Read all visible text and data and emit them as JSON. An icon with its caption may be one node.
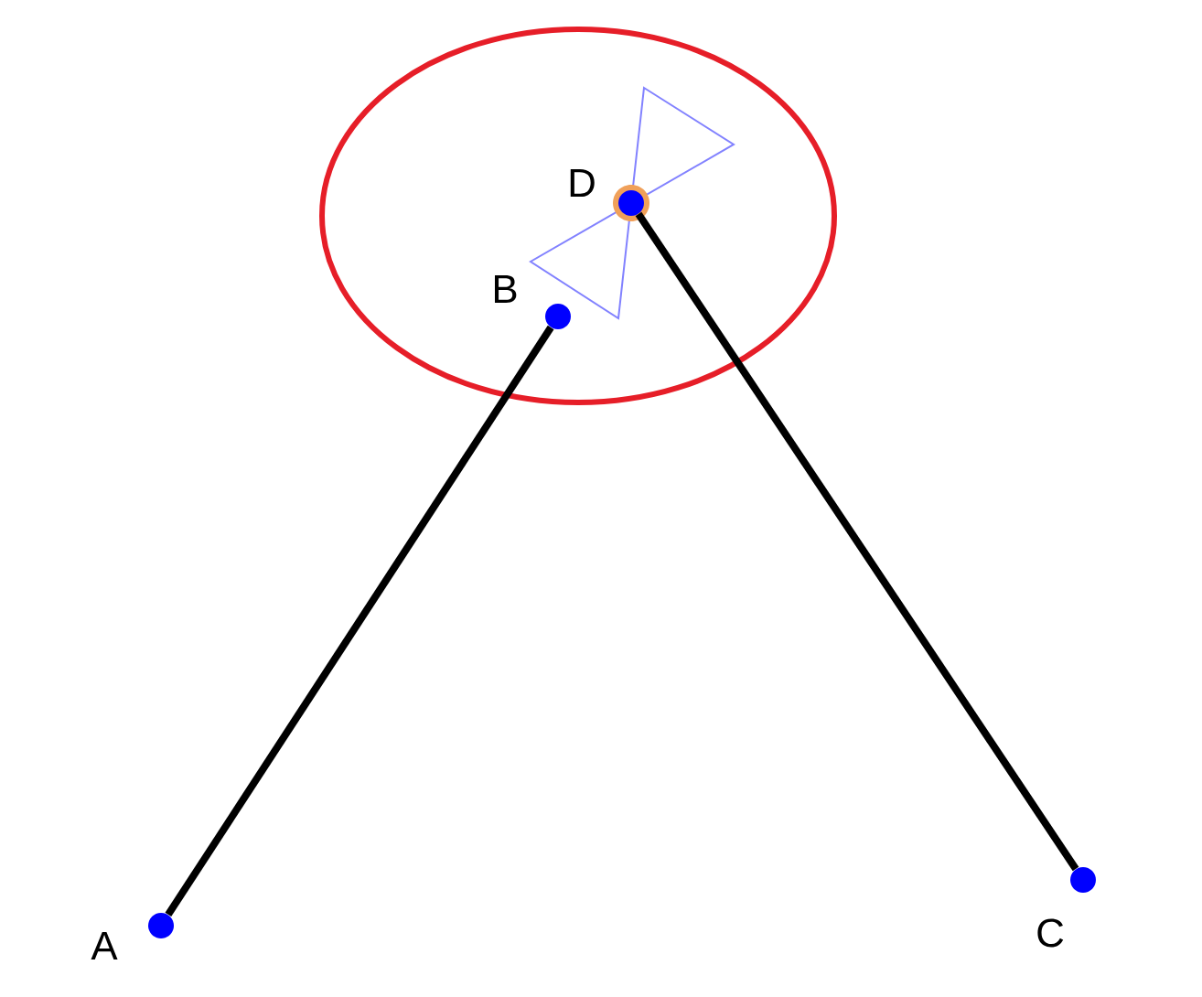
{
  "diagram": {
    "nodes": [
      {
        "text": [],
        "shape": "circle",
        "beside": [
          "A"
        ]
      },
      {
        "text": [],
        "shape": "circle",
        "beside": [
          "B"
        ]
      },
      {
        "text": [],
        "shape": "circle",
        "beside": [
          "C"
        ]
      },
      {
        "text": [],
        "shape": "circle",
        "beside": [
          "D"
        ]
      }
    ],
    "edges": [
      {
        "from": 0,
        "to": 1,
        "arrow": "none"
      },
      {
        "from": 3,
        "to": 2,
        "arrow": "none"
      }
    ]
  }
}
